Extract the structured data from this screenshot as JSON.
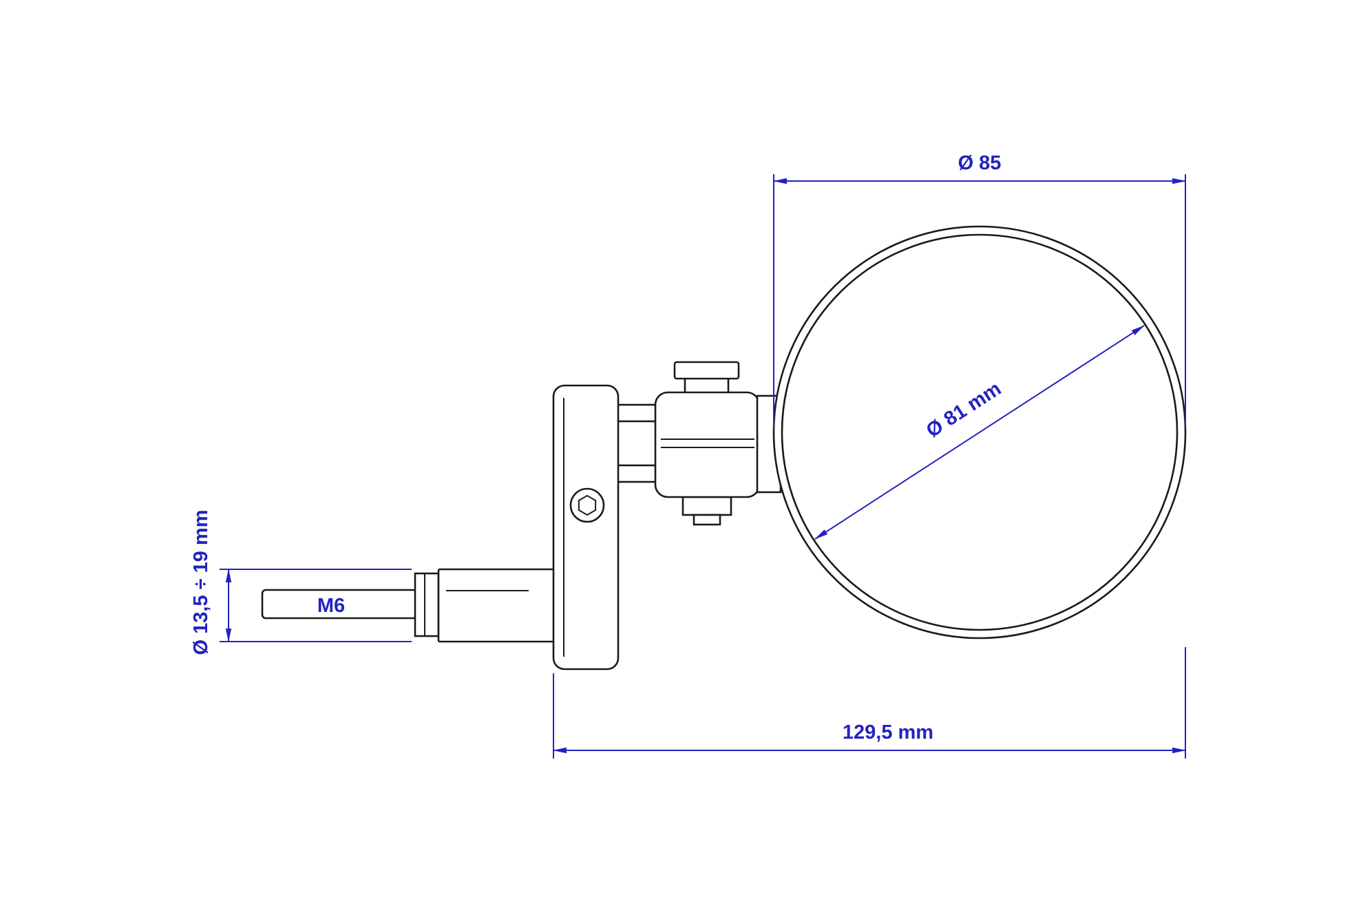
{
  "diagram": {
    "type": "technical-drawing",
    "subject": "bar-end-mirror-side-view",
    "labels": {
      "mirror_outer_diameter": "Ø 85",
      "glass_diameter": "Ø 81 mm",
      "thread_size": "M6",
      "mount_diameter_range": "Ø 13,5 ÷ 19 mm",
      "total_length": "129,5 mm"
    },
    "colors": {
      "dimension_blue": "#2222c4",
      "outline_black": "#1a1a1a",
      "background": "#ffffff"
    }
  }
}
